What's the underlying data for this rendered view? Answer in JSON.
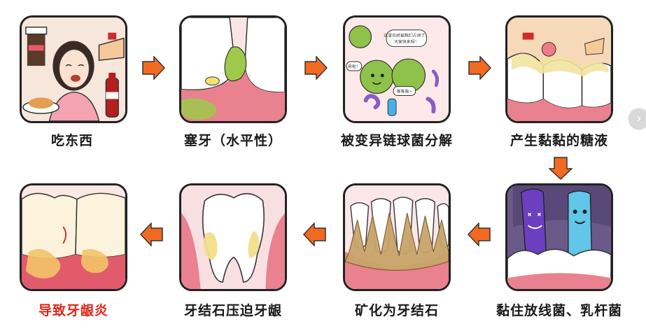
{
  "steps": [
    {
      "label": "吃东西"
    },
    {
      "label": "塞牙（水平性）"
    },
    {
      "label": "被变异链球菌分解"
    },
    {
      "label": "产生黏黏的糖液"
    },
    {
      "label": "黏住放线菌、乳杆菌"
    },
    {
      "label": "矿化为牙结石"
    },
    {
      "label": "牙结石压迫牙龈"
    },
    {
      "label": "导致牙龈炎"
    }
  ],
  "bubbles": {
    "b1": "这里已经被我们占领了，大家快来呀！",
    "b2": "来啦！",
    "b3": "等等我~"
  },
  "colors": {
    "arrow_fill": "#f26a21",
    "final_caption": "#e0251b",
    "gum": "#e9818f",
    "plaque_green": "#9ec94a"
  },
  "icons": {
    "arrow": "arrow-right-icon / arrow-down-icon / arrow-left-icon",
    "scroll": "chevron-right-icon"
  },
  "scroll_button": {
    "symbol": "›"
  }
}
